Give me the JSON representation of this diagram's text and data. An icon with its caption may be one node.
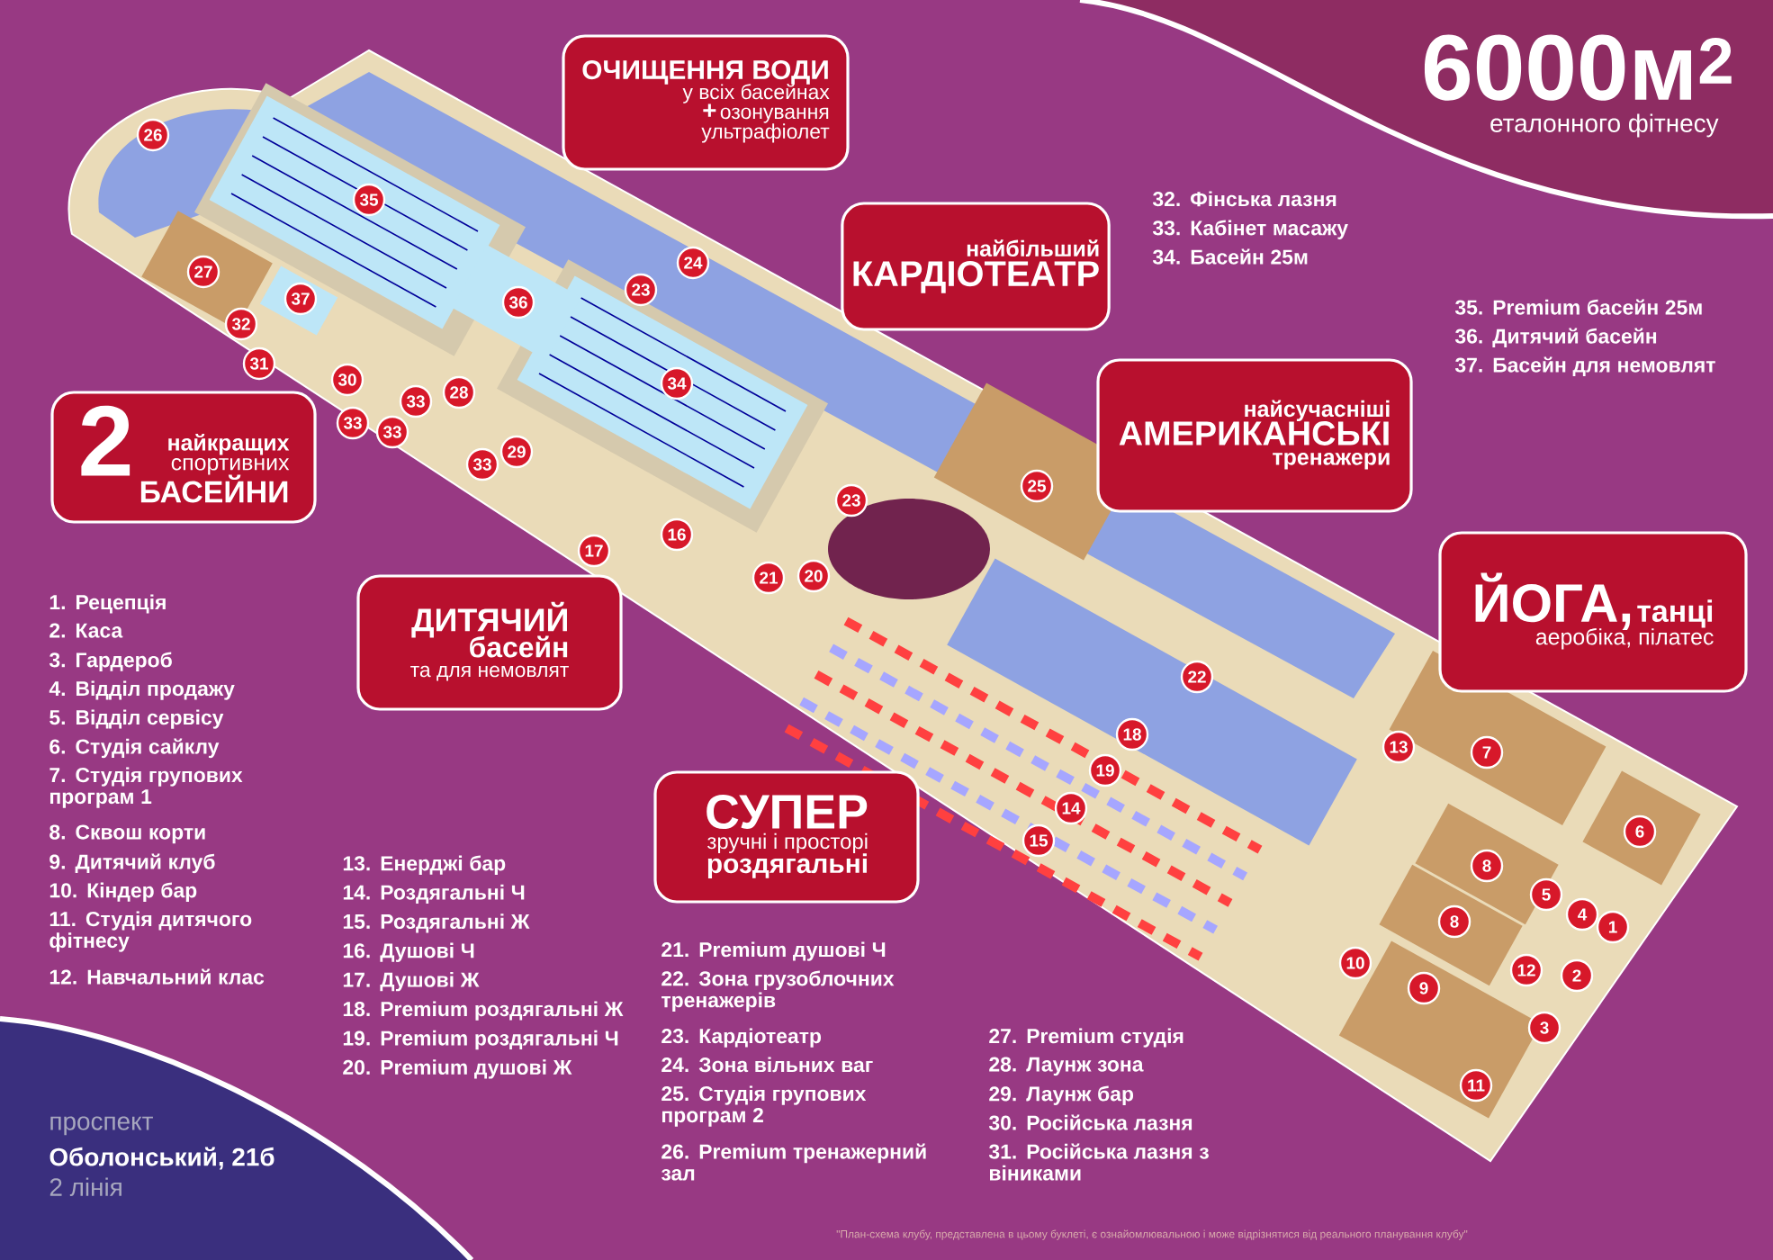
{
  "diagram": {
    "title": "6000м$^{2}$",
    "nodes": [
      {
        "text": [
          "ОЧИЩЕННЯ ВОДИ",
          "у всіх басейнах",
          "+",
          "озонування",
          "ультрафіолет"
        ]
      },
      {
        "text": [
          "найбільший",
          "КАРДІОТЕАТР"
        ]
      },
      {
        "text": [
          "найсучасніші",
          "АМЕРИКАНСЬКІ",
          "тренажери"
        ]
      },
      {
        "text": [
          "ЙОГА,",
          "танці",
          "аеробіка, пілатес"
        ]
      },
      {
        "text": [
          "2",
          "найкращих",
          "спортивних",
          "БАСЕЙНИ"
        ]
      },
      {
        "text": [
          "ДИТЯЧИЙ",
          "басейн",
          "та для немовлят"
        ]
      },
      {
        "text": [
          "СУПЕР",
          "зручні і просторі",
          "роздягальні"
        ]
      }
    ],
    "labels": [
      "еталонного фітнесу",
      "32. Фінська лазня",
      "33. Кабінет масажу",
      "34. Басейн 25м",
      "35. Premium басейн 25м",
      "36. Дитячий басейн",
      "37. Басейн для немовлят",
      "26",
      "35",
      "24",
      "27",
      "23",
      "37",
      "36",
      "32",
      "31",
      "30",
      "34",
      "28",
      "33",
      "33",
      "33",
      "29",
      "33",
      "25",
      "23",
      "16",
      "17",
      "20",
      "21",
      "22",
      "18",
      "13",
      "7",
      "19",
      "14",
      "6",
      "15",
      "8",
      "5",
      "4",
      "8",
      "1",
      "10",
      "12",
      "2",
      "9",
      "3",
      "11",
      "1. Рецепція",
      "2. Каса",
      "3. Гардероб",
      "4. Відділ продажу",
      "5. Відділ сервісу",
      "6. Студія сайклу",
      "7. Студія групових програм 1",
      "8. Сквош корти",
      "9. Дитячий клуб",
      "10. Кіндер бар",
      "11. Студія дитячого фітнесу",
      "12. Навчальний клас",
      "13. Енерджі бар",
      "14. Роздягальні Ч",
      "15. Роздягальні Ж",
      "16. Душові Ч",
      "17. Душові Ж",
      "18. Premium роздягальні Ж",
      "19. Premium роздягальні Ч",
      "20. Premium душові Ж",
      "21. Premium душові Ч",
      "22. Зона грузоблочних тренажерів",
      "23. Кардіотеатр",
      "24. Зона вільних ваг",
      "25. Студія групових програм 2",
      "26. Premium тренажерний зал",
      "27. Premium студія",
      "28. Лаунж зона",
      "29. Лаунж бар",
      "30. Російська лазня",
      "31. Російська лазня з віниками",
      "проспект",
      "Оболонський, 21б",
      "2 лінія",
      "\"План-схема клубу, представлена в цьому буклеті, є ознайомлювальною і може відрізнятися від реального планування клубу\""
    ]
  }
}
